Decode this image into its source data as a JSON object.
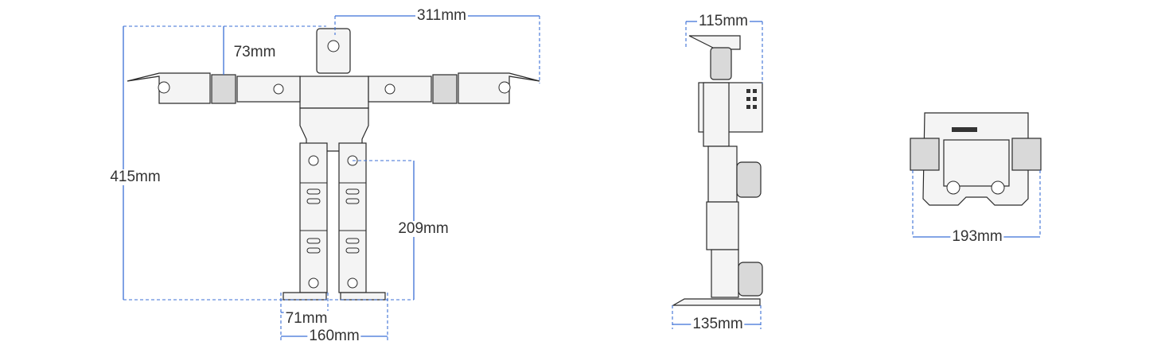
{
  "front_view": {
    "height_label": "415mm",
    "shoulder_label": "73mm",
    "half_span_label": "311mm",
    "leg_height_label": "209mm",
    "foot_width_label": "71mm",
    "stance_width_label": "160mm"
  },
  "side_view": {
    "top_depth_label": "115mm",
    "foot_depth_label": "135mm"
  },
  "top_view": {
    "width_label": "193mm"
  },
  "colors": {
    "dimension": "#3b6fd6",
    "outline": "#2a2a2a"
  }
}
